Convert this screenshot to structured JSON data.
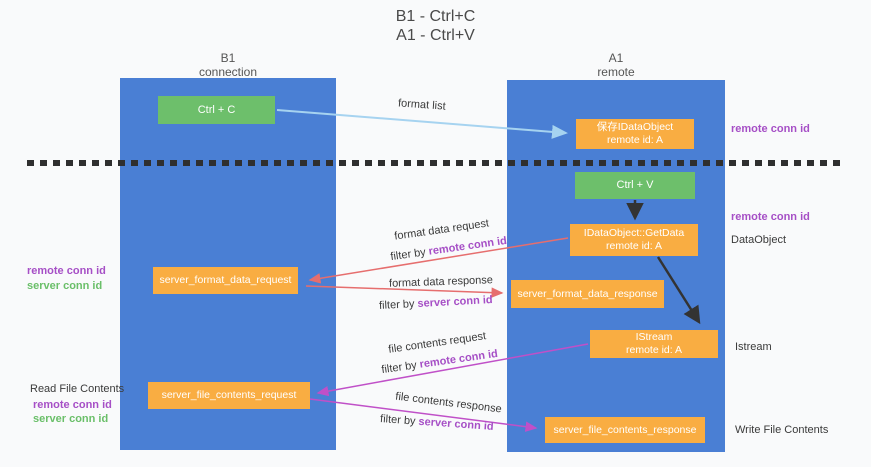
{
  "title": {
    "line1": "B1 - Ctrl+C",
    "line2": "A1 - Ctrl+V"
  },
  "columns": {
    "left": {
      "header_line1": "B1",
      "header_line2": "connection"
    },
    "right": {
      "header_line1": "A1",
      "header_line2": "remote"
    }
  },
  "boxes": {
    "ctrl_c": {
      "label": "Ctrl + C"
    },
    "save_idataobject": {
      "line1": "保存IDataObject",
      "line2": "remote id: A"
    },
    "ctrl_v": {
      "label": "Ctrl + V"
    },
    "getdata": {
      "line1": "IDataObject::GetData",
      "line2": "remote id: A"
    },
    "format_request": {
      "label": "server_format_data_request"
    },
    "format_response": {
      "label": "server_format_data_response"
    },
    "istream": {
      "line1": "IStream",
      "line2": "remote id: A"
    },
    "file_request": {
      "label": "server_file_contents_request"
    },
    "file_response": {
      "label": "server_file_contents_response"
    }
  },
  "annotations": {
    "format_list": "format list",
    "format_data_request": "format data request",
    "format_data_response": "format data response",
    "file_contents_request": "file contents request",
    "file_contents_response": "file contents response",
    "filter_by": "filter by",
    "remote_conn_id": "remote conn id",
    "server_conn_id": "server conn id"
  },
  "side_labels": {
    "right_remote_conn_id_top": "remote conn id",
    "right_remote_conn_id_mid": "remote conn id",
    "right_dataobject": "DataObject",
    "right_istream": "Istream",
    "right_write_file_contents": "Write File Contents",
    "left_remote_conn_id_mid": "remote conn id",
    "left_server_conn_id_mid": "server conn id",
    "left_read_file_contents": "Read File Contents",
    "left_remote_conn_id_bottom": "remote conn id",
    "left_server_conn_id_bottom": "server conn id"
  },
  "colors": {
    "column_blue": "#4a7fd4",
    "box_orange": "#f9ad42",
    "box_green": "#6dbf6b",
    "arrow_light_blue": "#a6d3f0",
    "arrow_red": "#e66e6e",
    "arrow_magenta": "#c050c8",
    "arrow_black": "#333333",
    "text_purple": "#a64fc6",
    "text_green": "#6abf69"
  }
}
